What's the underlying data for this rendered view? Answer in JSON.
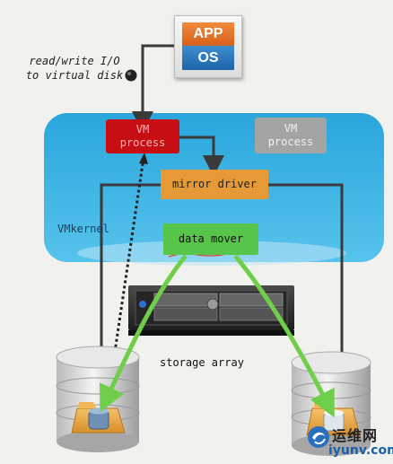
{
  "app": {
    "top_label": "APP",
    "bottom_label": "OS"
  },
  "io_label": {
    "line1": "read/write I/O",
    "line2": "to virtual disk"
  },
  "vm_process_1": {
    "line1": "VM",
    "line2": "process"
  },
  "vm_process_2": {
    "line1": "VM",
    "line2": "process"
  },
  "mirror_driver": "mirror driver",
  "data_mover": "data mover",
  "vmkernel_label": "VMkernel",
  "storage_label": "storage array",
  "watermark": {
    "cn": "运维网",
    "en": "iyunv.com"
  },
  "colors": {
    "vmkernel_fill": "#3bb3e4",
    "vm_process_active": "#c80e15",
    "vm_process_idle": "#a4a4a4",
    "mirror_driver": "#e59a37",
    "data_mover": "#57c54a",
    "copy_arrow": "#6fcf4a",
    "io_path": "#3a3a3a"
  }
}
